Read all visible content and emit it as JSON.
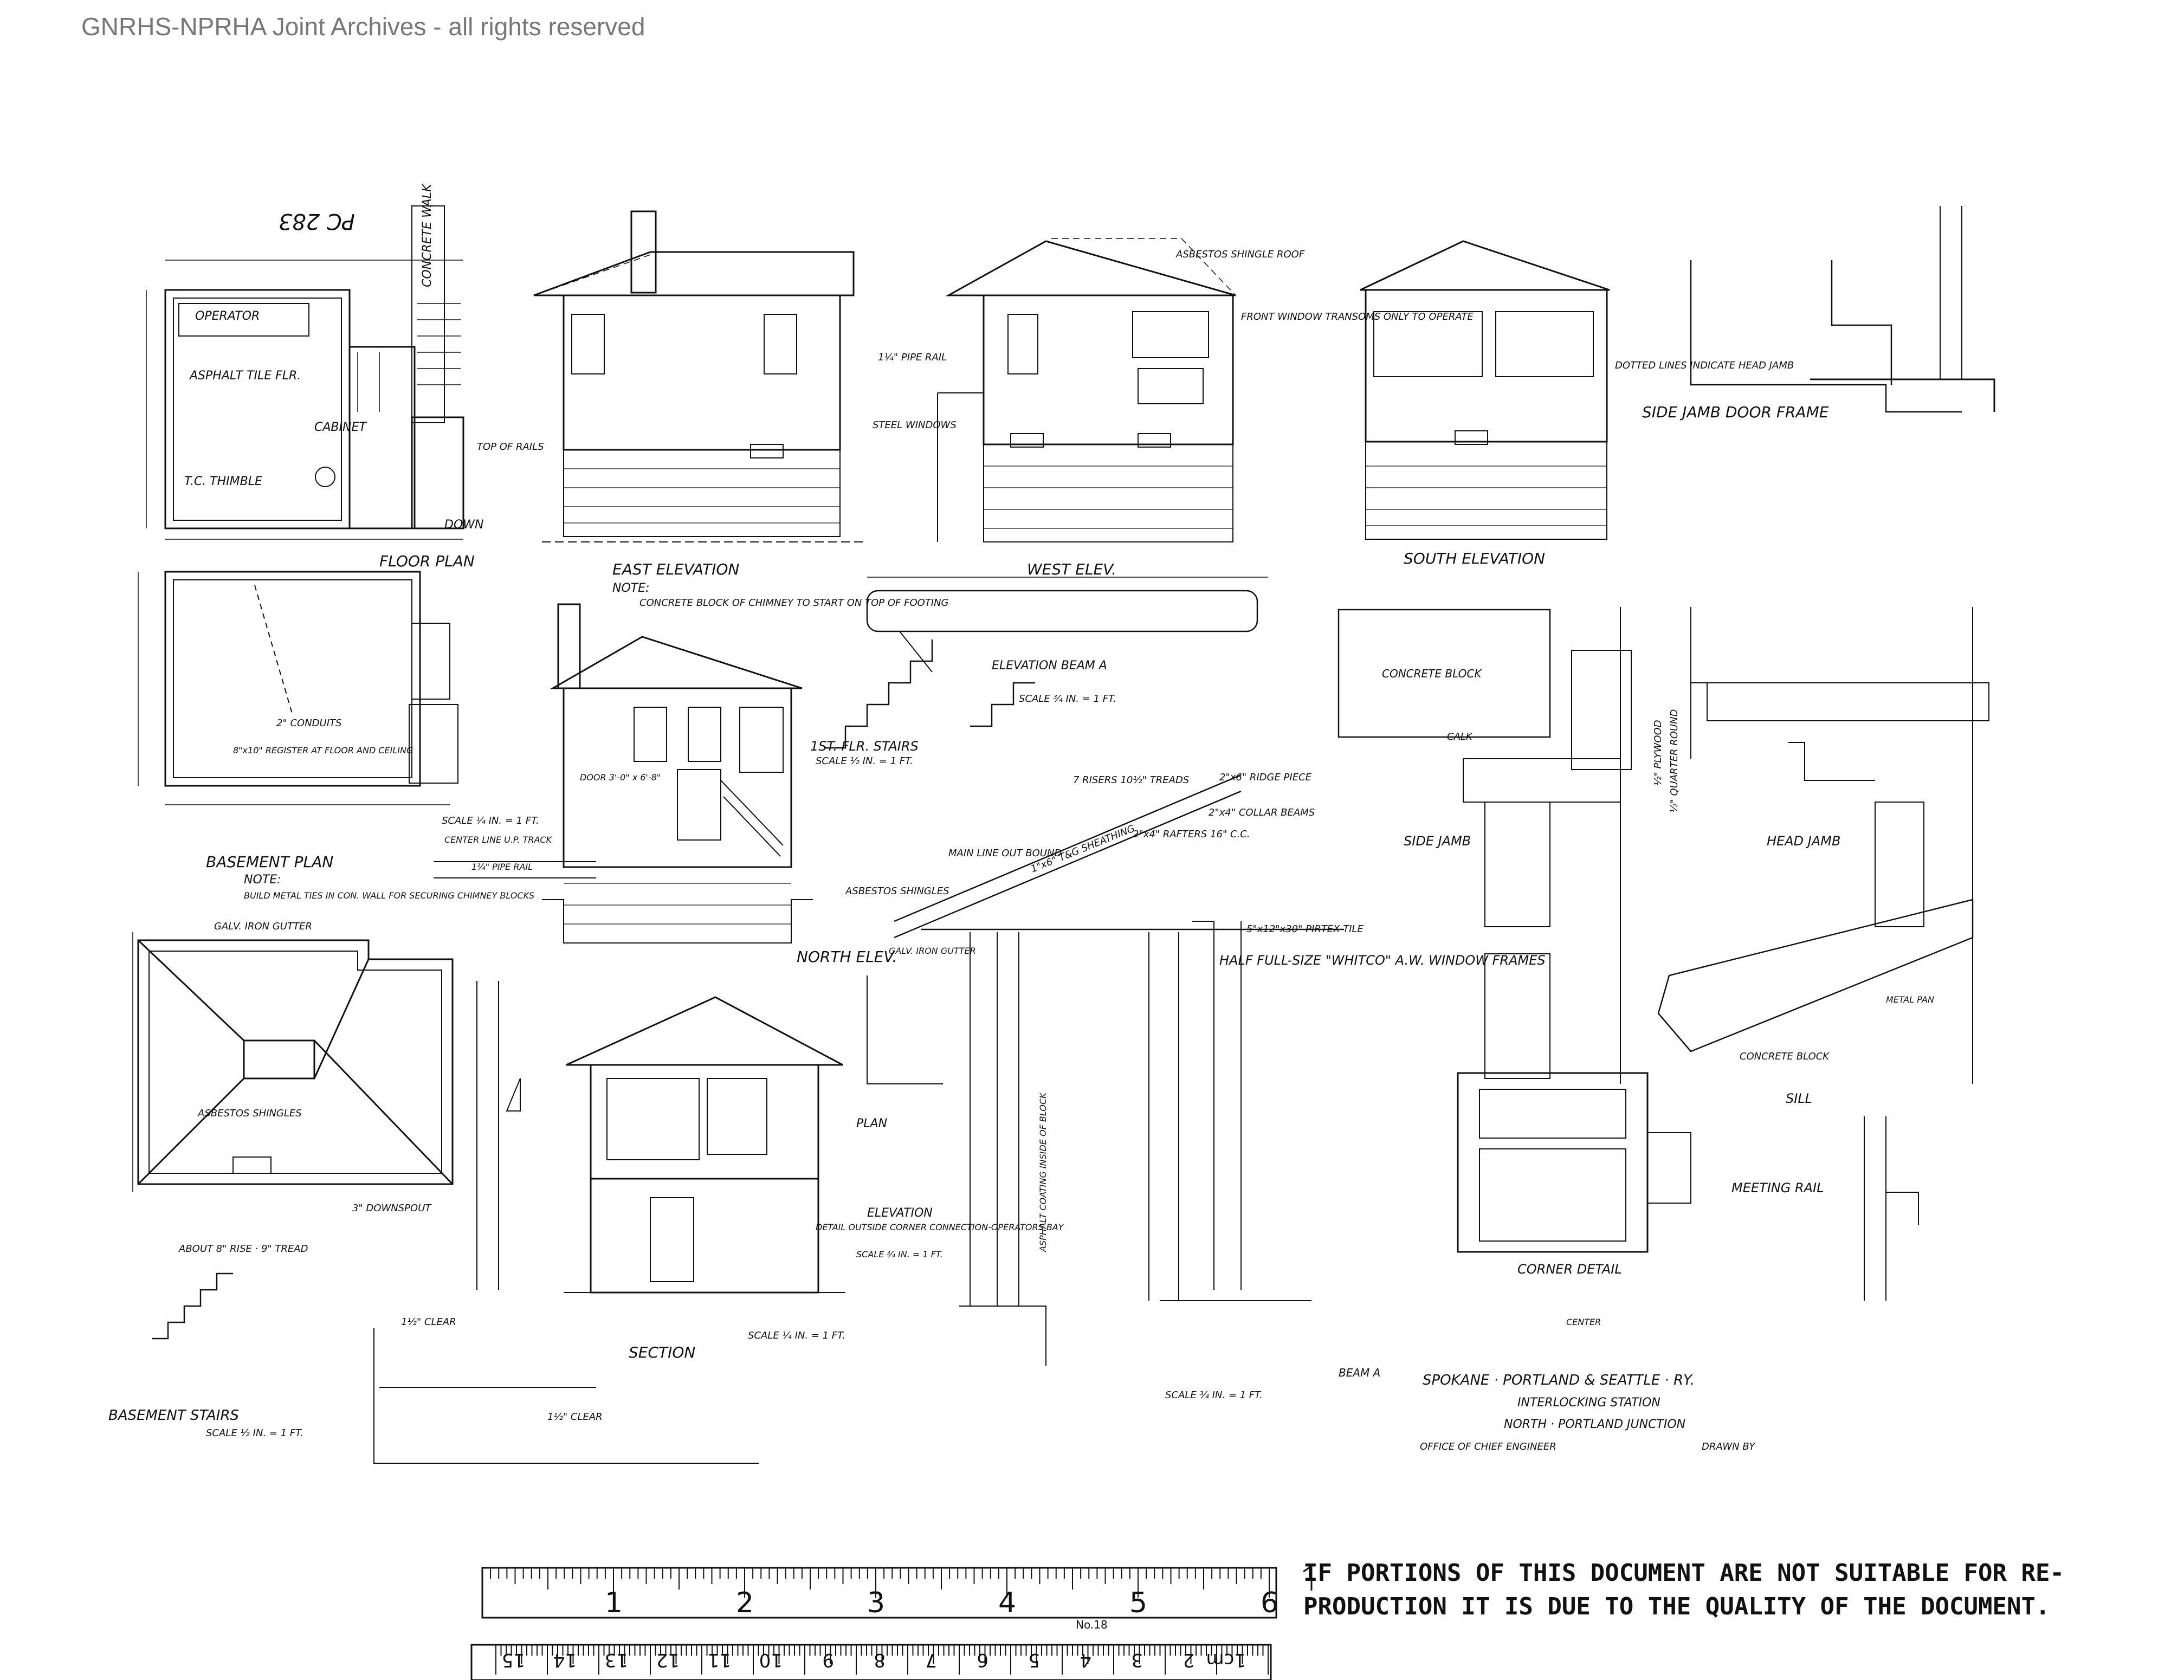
{
  "watermark": "GNRHS-NPRHA Joint Archives - all rights reserved",
  "sheet_number": "PC 283",
  "title_block": {
    "railway": "SPOKANE · PORTLAND & SEATTLE · RY.",
    "subject": "INTERLOCKING STATION",
    "location": "NORTH · PORTLAND JUNCTION",
    "office": "OFFICE OF CHIEF ENGINEER",
    "drawn": "DRAWN BY"
  },
  "views": {
    "floor_plan": "FLOOR PLAN",
    "east_elevation": "EAST ELEVATION",
    "east_note_label": "NOTE:",
    "east_note": "CONCRETE BLOCK OF CHIMNEY TO START ON TOP OF FOOTING",
    "west_elevation": "WEST ELEV.",
    "south_elevation": "SOUTH ELEVATION",
    "north_elevation": "NORTH ELEV.",
    "basement_plan": "BASEMENT PLAN",
    "basement_note_label": "NOTE:",
    "basement_note": "BUILD METAL TIES IN CON. WALL FOR SECURING CHIMNEY BLOCKS",
    "section": "SECTION",
    "basement_stairs": "BASEMENT STAIRS",
    "first_floor_stairs": "1ST. FLR. STAIRS",
    "elevation_beam_a": "ELEVATION BEAM A",
    "elevation_detail": "ELEVATION",
    "elevation_detail_note": "DETAIL OUTSIDE CORNER CONNECTION-OPERATORS BAY",
    "window_frames": "HALF FULL-SIZE \"WHITCO\" A.W. WINDOW FRAMES",
    "side_jamb_door": "SIDE JAMB DOOR FRAME",
    "dotted_lines_note": "DOTTED LINES INDICATE HEAD JAMB",
    "side_jamb": "SIDE JAMB",
    "head_jamb": "HEAD JAMB",
    "sill": "SILL",
    "meeting_rail": "MEETING RAIL",
    "corner_detail": "CORNER DETAIL",
    "plan": "PLAN",
    "beam_a": "BEAM A"
  },
  "annotations": {
    "operator": "OPERATOR",
    "asphalt_tile": "ASPHALT TILE FLR.",
    "cabinet": "CABINET",
    "tc_thimble": "T.C. THIMBLE",
    "concrete_walk": "CONCRETE WALK",
    "down": "DOWN",
    "asbestos_roof": "ASBESTOS SHINGLE ROOF",
    "front_window": "FRONT WINDOW TRANSOMS ONLY TO OPERATE",
    "pipe_rail": "1¼\" PIPE RAIL",
    "steel_windows": "STEEL WINDOWS",
    "top_of_rails": "TOP OF RAILS",
    "conduits": "2\" CONDUITS",
    "register": "8\"x10\" REGISTER AT FLOOR AND CEILING",
    "scale_quarter": "SCALE ¼ IN. = 1 FT.",
    "scale_half": "SCALE ½ IN. = 1 FT.",
    "scale_three_quarter": "SCALE ¾ IN. = 1 FT.",
    "center_line": "CENTER LINE U.P. TRACK",
    "main_line": "MAIN LINE OUT BOUND",
    "ridge_piece": "2\"x6\" RIDGE PIECE",
    "collar_beams": "2\"x4\" COLLAR BEAMS",
    "rafters": "2\"x4\" RAFTERS 16\" C.C.",
    "sheathing": "1\"x6\" T&G SHEATHING",
    "asbestos_shingles": "ASBESTOS SHINGLES",
    "galv_gutter": "GALV. IRON GUTTER",
    "downspout": "3\" DOWNSPOUT",
    "concrete_block": "CONCRETE BLOCK",
    "calk": "CALK",
    "plywood": "½\" PLYWOOD",
    "quarter_round": "½\" QUARTER ROUND",
    "metal_pan": "METAL PAN",
    "about_rise": "ABOUT 8\" RISE · 9\" TREAD",
    "clear": "1½\" CLEAR",
    "center": "CENTER",
    "door_note": "DOOR 3'-0\" x 6'-8\"",
    "stair_rise": "7 RISERS 10½\" TREADS",
    "asphalt_coating": "ASPHALT COATING INSIDE OF BLOCK",
    "pirtex_tile": "5\"x12\"x30\" PIRTEX TILE"
  },
  "ruler": {
    "inches": [
      "1",
      "2",
      "3",
      "4",
      "5",
      "6"
    ],
    "centimeters": [
      "1cm",
      "2",
      "3",
      "4",
      "5",
      "6",
      "7",
      "8",
      "9",
      "10",
      "11",
      "12",
      "13",
      "14",
      "15"
    ],
    "model": "No.18"
  },
  "notice": {
    "line1": "IF PORTIONS OF THIS DOCUMENT ARE NOT SUITABLE FOR RE-",
    "line2": "PRODUCTION IT IS DUE TO THE QUALITY OF THE DOCUMENT."
  }
}
